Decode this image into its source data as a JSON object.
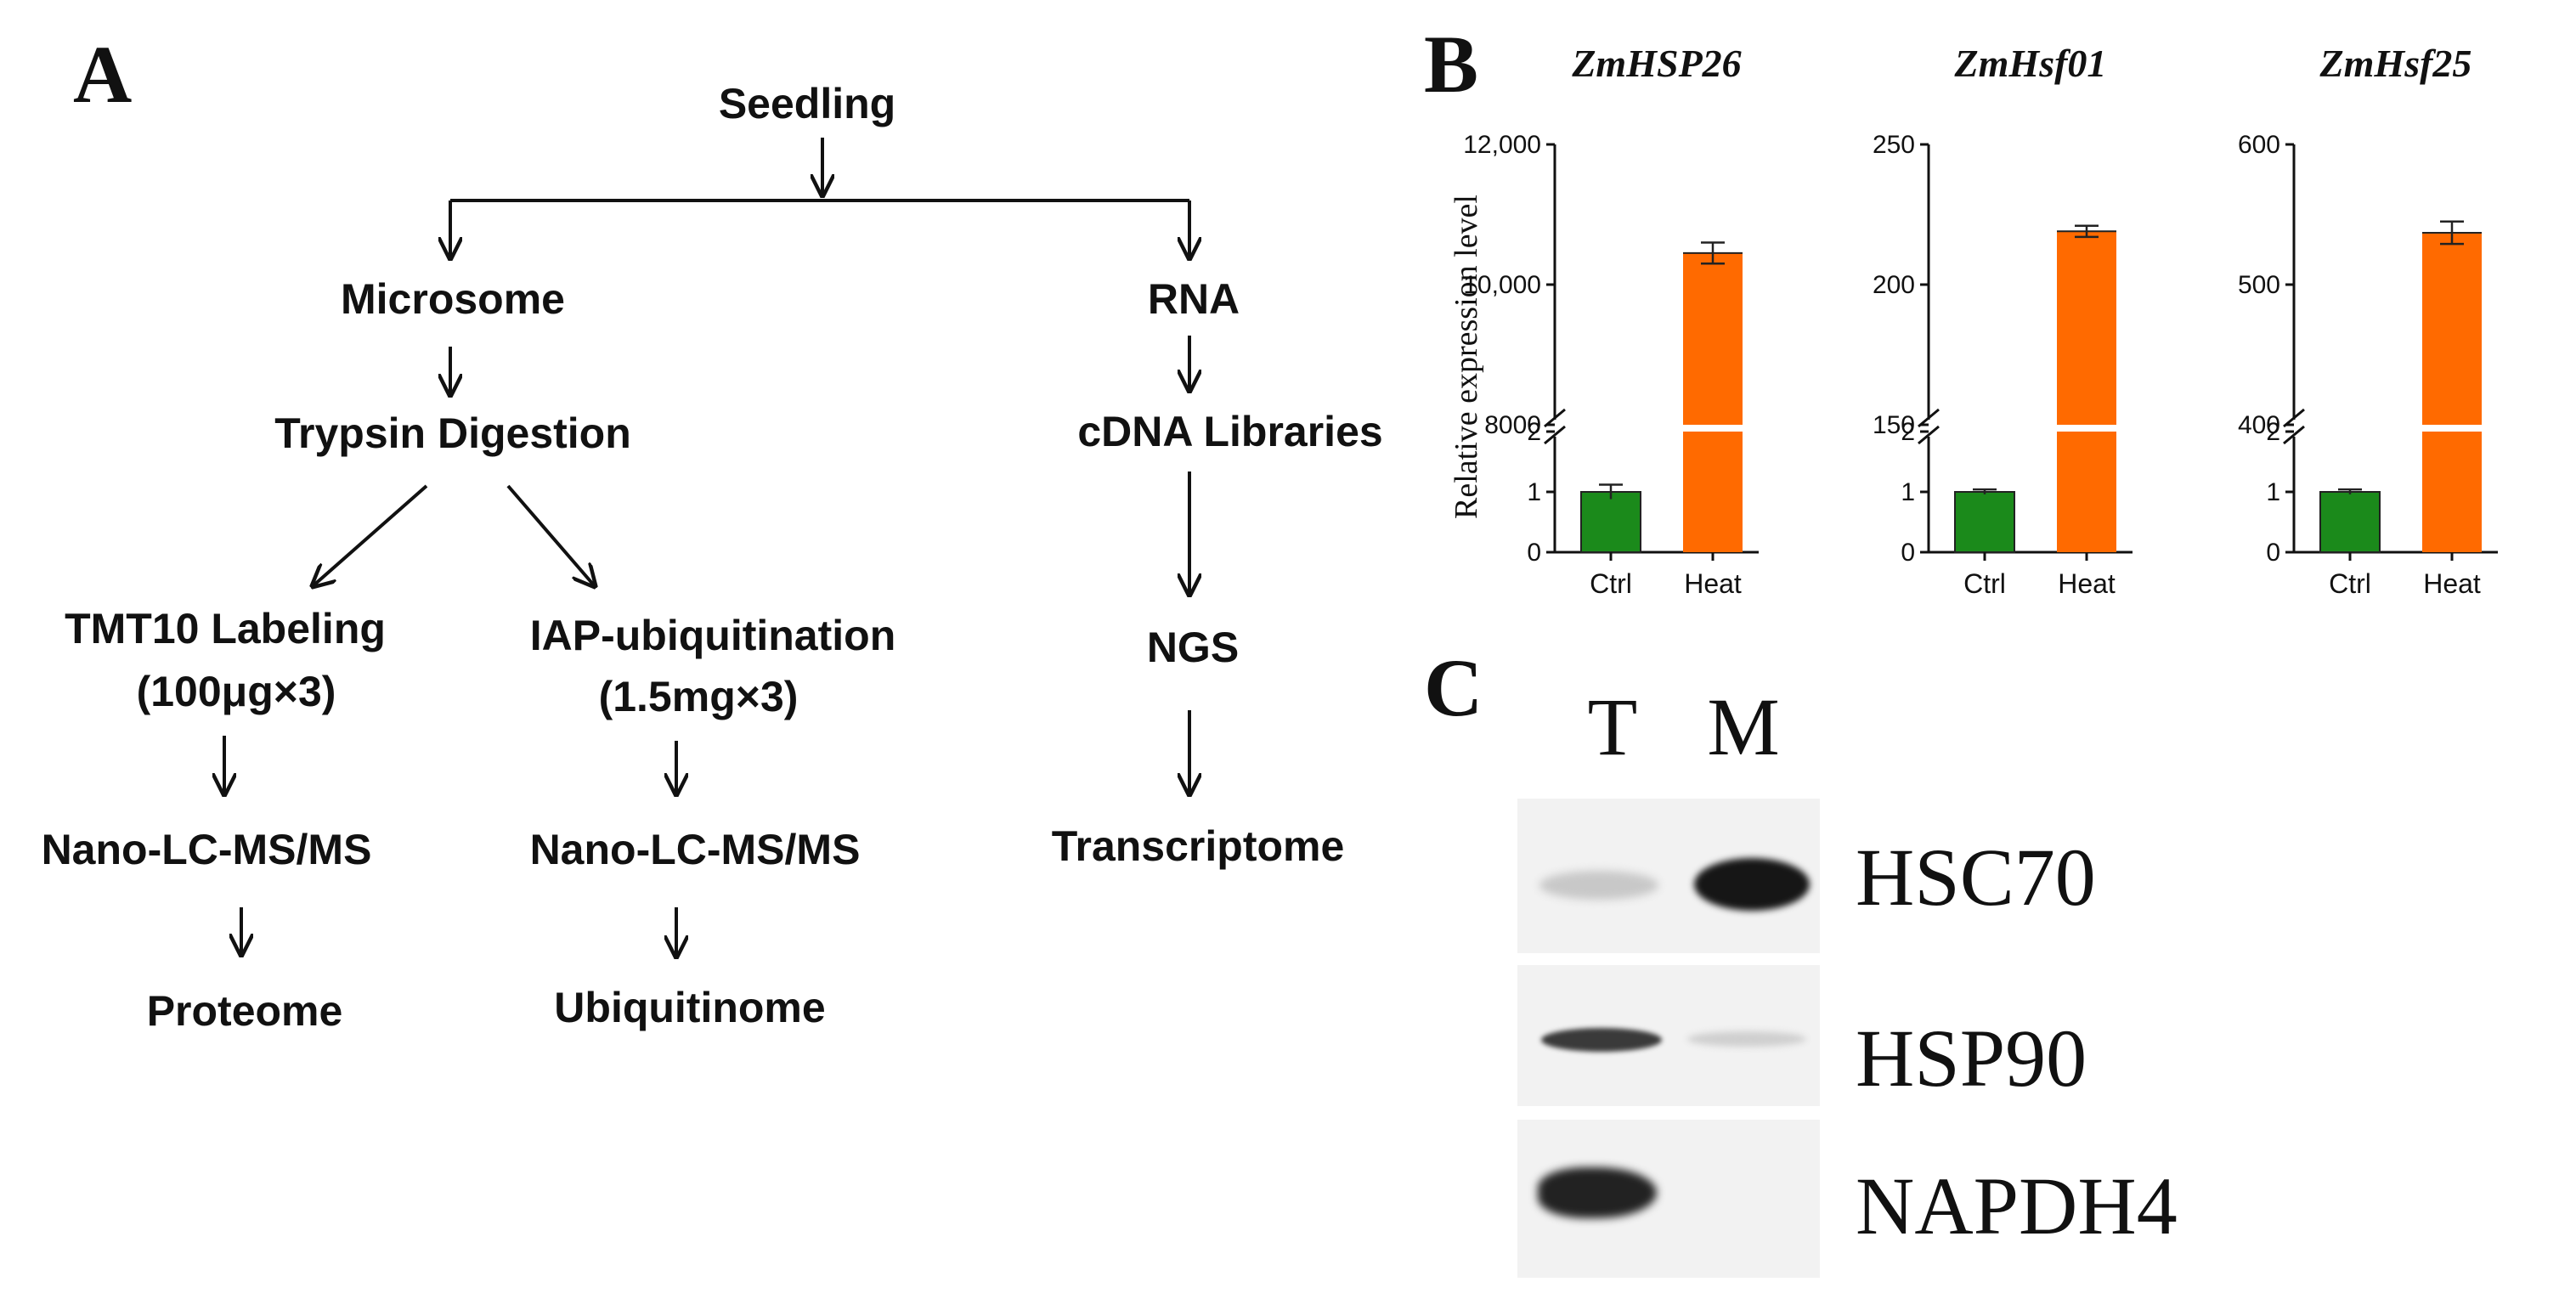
{
  "panels": {
    "a": "A",
    "b": "B",
    "c": "C"
  },
  "flowchart": {
    "seedling": "Seedling",
    "microsome": "Microsome",
    "rna": "RNA",
    "trypsin": "Trypsin Digestion",
    "cdna": "cDNA Libraries",
    "tmt_1": "TMT10 Labeling",
    "tmt_2": "(100μg×3)",
    "iap_1": "IAP-ubiquitination",
    "iap_2": "(1.5mg×3)",
    "ngs": "NGS",
    "nano_left": "Nano-LC-MS/MS",
    "nano_mid": "Nano-LC-MS/MS",
    "transcriptome": "Transcriptome",
    "proteome": "Proteome",
    "ubiquitinome": "Ubiquitinome"
  },
  "chart_data": [
    {
      "type": "bar",
      "title": "ZmHSP26",
      "ylabel": "Relative expression level",
      "categories": [
        "Ctrl",
        "Heat"
      ],
      "values": [
        1.0,
        10450
      ],
      "errors": [
        0.12,
        150
      ],
      "colors": [
        "#1b8a1b",
        "#ff6a00"
      ],
      "broken_axis": {
        "lower_ylim": [
          0,
          2
        ],
        "upper_ylim": [
          8000,
          12000
        ]
      },
      "lower_ticks": [
        "0",
        "1",
        "2"
      ],
      "upper_ticks": [
        "8000",
        "10,000",
        "12,000"
      ]
    },
    {
      "type": "bar",
      "title": "ZmHsf01",
      "ylabel": "",
      "categories": [
        "Ctrl",
        "Heat"
      ],
      "values": [
        1.0,
        219
      ],
      "errors": [
        0.04,
        2
      ],
      "colors": [
        "#1b8a1b",
        "#ff6a00"
      ],
      "broken_axis": {
        "lower_ylim": [
          0,
          2
        ],
        "upper_ylim": [
          150,
          250
        ]
      },
      "lower_ticks": [
        "0",
        "1",
        "2"
      ],
      "upper_ticks": [
        "150",
        "200",
        "250"
      ]
    },
    {
      "type": "bar",
      "title": "ZmHsf25",
      "ylabel": "",
      "categories": [
        "Ctrl",
        "Heat"
      ],
      "values": [
        1.0,
        537
      ],
      "errors": [
        0.04,
        8
      ],
      "colors": [
        "#1b8a1b",
        "#ff6a00"
      ],
      "broken_axis": {
        "lower_ylim": [
          0,
          2
        ],
        "upper_ylim": [
          400,
          600
        ]
      },
      "lower_ticks": [
        "0",
        "1",
        "2"
      ],
      "upper_ticks": [
        "400",
        "500",
        "600"
      ]
    }
  ],
  "western": {
    "lanes": [
      "T",
      "M"
    ],
    "proteins": [
      "HSC70",
      "HSP90",
      "NAPDH4"
    ]
  }
}
